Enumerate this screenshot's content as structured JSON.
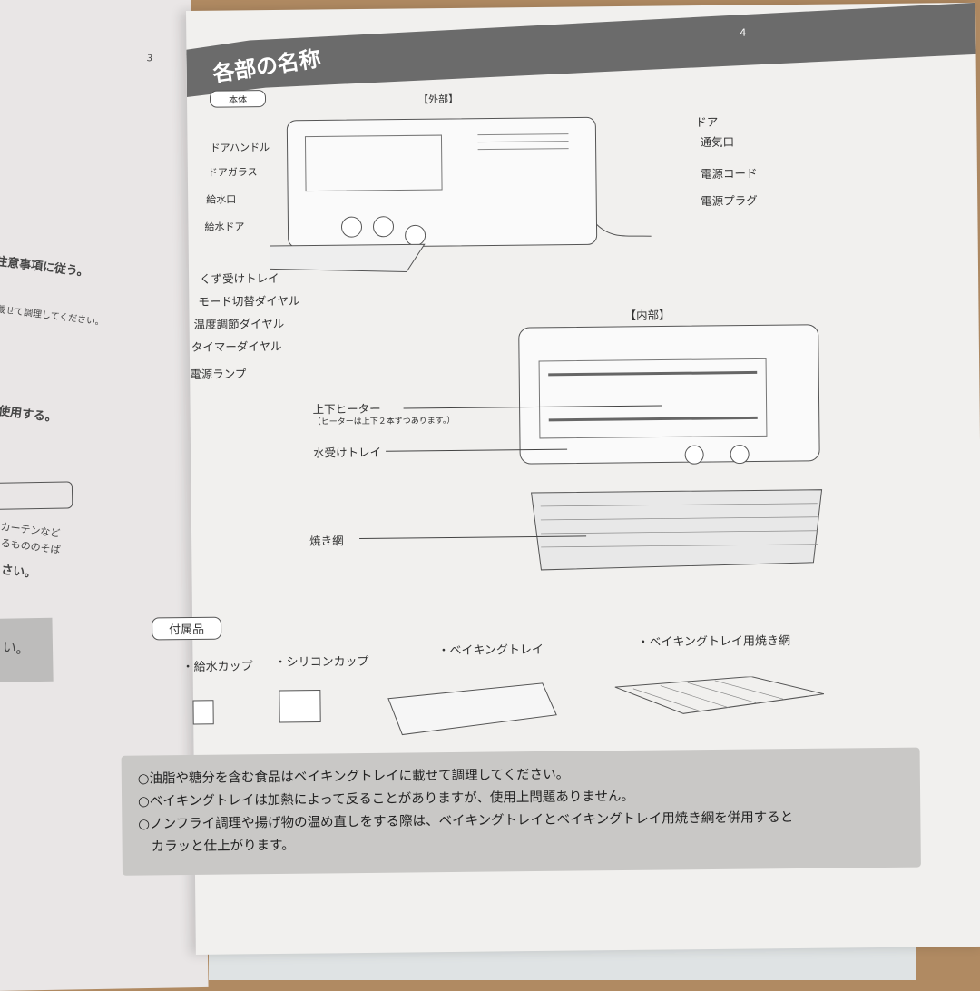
{
  "left_page": {
    "page_number": "3",
    "fragments": [
      "注意事項に従う。",
      "載せて調理してください。",
      "使用する。",
      "カーテンなど",
      "るもののそば",
      "さい。",
      "い。"
    ]
  },
  "page": {
    "title": "各部の名称",
    "page_number": "4",
    "section_tag": "本体",
    "exterior": {
      "heading": "【外部】",
      "labels_right": [
        "ドア",
        "通気口",
        "電源コード",
        "電源プラグ"
      ],
      "labels_left": [
        "ドアハンドル",
        "ドアガラス",
        "給水口",
        "給水ドア",
        "くず受けトレイ",
        "モード切替ダイヤル",
        "温度調節ダイヤル",
        "タイマーダイヤル",
        "電源ランプ"
      ]
    },
    "interior": {
      "heading": "【内部】",
      "heater": "上下ヒーター",
      "heater_note": "（ヒーターは上下２本ずつあります。）",
      "water_tray": "水受けトレイ",
      "grill_rack": "焼き網"
    },
    "accessories": {
      "tag": "付属品",
      "items": [
        "・給水カップ",
        "・シリコンカップ",
        "・ベイキングトレイ",
        "・ベイキングトレイ用焼き網"
      ]
    },
    "notes": [
      "○油脂や糖分を含む食品はベイキングトレイに載せて調理してください。",
      "○ベイキングトレイは加熱によって反ることがありますが、使用上問題ありません。",
      "○ノンフライ調理や揚げ物の温め直しをする際は、ベイキングトレイとベイキングトレイ用焼き網を併用すると",
      "カラッと仕上がります。"
    ]
  }
}
